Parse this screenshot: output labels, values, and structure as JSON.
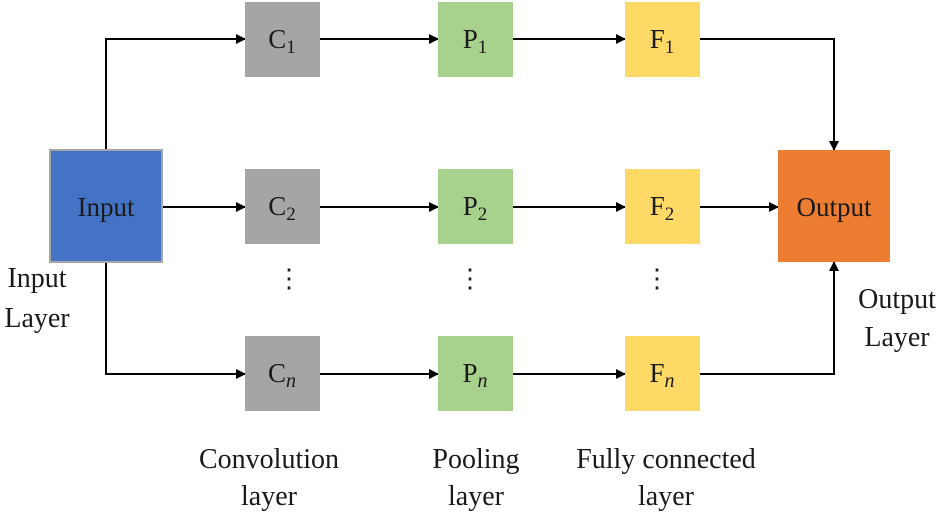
{
  "nodes": {
    "input": {
      "label": "Input",
      "color": "#4472C4"
    },
    "output": {
      "label": "Output",
      "color": "#ED7D31"
    },
    "conv": [
      {
        "letter": "C",
        "sub": "1"
      },
      {
        "letter": "C",
        "sub": "2"
      },
      {
        "letter": "C",
        "sub": "n"
      }
    ],
    "pool": [
      {
        "letter": "P",
        "sub": "1"
      },
      {
        "letter": "P",
        "sub": "2"
      },
      {
        "letter": "P",
        "sub": "n"
      }
    ],
    "fc": [
      {
        "letter": "F",
        "sub": "1"
      },
      {
        "letter": "F",
        "sub": "2"
      },
      {
        "letter": "F",
        "sub": "n"
      }
    ]
  },
  "colors": {
    "conv": "#A5A5A5",
    "pool": "#A9D18E",
    "fc": "#FFD966",
    "arrow": "#000000"
  },
  "ellipsis": "⋮",
  "captions": {
    "input_layer": [
      "Input",
      "Layer"
    ],
    "output_layer": [
      "Output",
      "Layer"
    ],
    "conv_layer": [
      "Convolution",
      "layer"
    ],
    "pool_layer": [
      "Pooling",
      "layer"
    ],
    "fc_layer": [
      "Fully connected",
      "layer"
    ]
  }
}
